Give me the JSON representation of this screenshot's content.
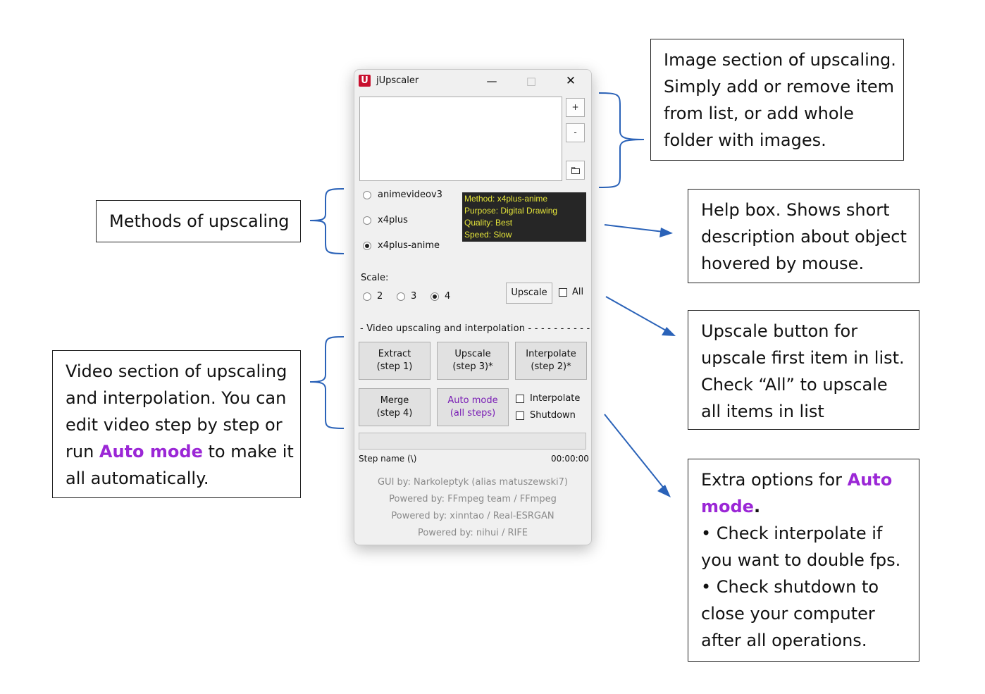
{
  "window": {
    "title": "jUpscaler",
    "icon_letter": "U",
    "controls": {
      "minimize": "—",
      "maximize": "□",
      "close": "✕"
    }
  },
  "image_section": {
    "add_label": "+",
    "remove_label": "-",
    "folder_icon": "folder-icon"
  },
  "methods": [
    {
      "label": "animevideov3",
      "selected": false
    },
    {
      "label": "x4plus",
      "selected": false
    },
    {
      "label": "x4plus-anime",
      "selected": true
    }
  ],
  "help_box": {
    "line1": "Method: x4plus-anime",
    "line2": "Purpose: Digital Drawing",
    "line3": "Quality: Best",
    "line4": "Speed: Slow"
  },
  "scale": {
    "label": "Scale:",
    "options": [
      {
        "label": "2",
        "selected": false
      },
      {
        "label": "3",
        "selected": false
      },
      {
        "label": "4",
        "selected": true
      }
    ]
  },
  "upscale_button": "Upscale",
  "all_checkbox": {
    "label": "All",
    "checked": false
  },
  "video_section": {
    "title": "- Video upscaling and interpolation - - - - - - - - - -",
    "extract": {
      "l1": "Extract",
      "l2": "(step 1)"
    },
    "upscale": {
      "l1": "Upscale",
      "l2": "(step 3)*"
    },
    "interpolate": {
      "l1": "Interpolate",
      "l2": "(step 2)*"
    },
    "merge": {
      "l1": "Merge",
      "l2": "(step 4)"
    },
    "auto": {
      "l1": "Auto mode",
      "l2": "(all steps)"
    },
    "interpolate_check": {
      "label": "Interpolate",
      "checked": false
    },
    "shutdown_check": {
      "label": "Shutdown",
      "checked": false
    }
  },
  "progress": {
    "value": 0
  },
  "status": {
    "step_name": "Step name (\\)",
    "time": "00:00:00"
  },
  "credits": [
    "GUI by: Narkoleptyk (alias matuszewski7)",
    "Powered by: FFmpeg team / FFmpeg",
    "Powered by: xinntao / Real-ESRGAN",
    "Powered by: nihui / RIFE"
  ],
  "callouts": {
    "image_section": {
      "l1": "Image section of upscaling.",
      "l2": "Simply add or remove item",
      "l3": "from list, or add whole",
      "l4": "folder with images."
    },
    "methods": "Methods of upscaling",
    "help_box": {
      "l1": "Help box. Shows short",
      "l2": "description about object",
      "l3": "hovered by mouse."
    },
    "upscale_button": {
      "l1": "Upscale button for",
      "l2": "upscale first item in list.",
      "l3": "Check “All” to upscale",
      "l4": "all items in list"
    },
    "video_section": {
      "l1": "Video section of upscaling",
      "l2": "and interpolation. You can",
      "l3": "edit video step by step or",
      "l4_pre": "run ",
      "l4_accent": "Auto mode",
      "l4_post": " to make it",
      "l5": "all automatically."
    },
    "extra_options": {
      "l1_pre": "Extra options for ",
      "l1_accent": "Auto",
      "l2_accent": "mode",
      "l2_post": ".",
      "l3": "• Check interpolate if",
      "l4": "you want to double fps.",
      "l5": "• Check shutdown to",
      "l6": "close your computer",
      "l7": "after all operations."
    }
  },
  "colors": {
    "accent_purple": "#9b27d6",
    "annotation_blue": "#2a62b8",
    "help_bg": "#262626",
    "help_text": "#e6e63a"
  }
}
